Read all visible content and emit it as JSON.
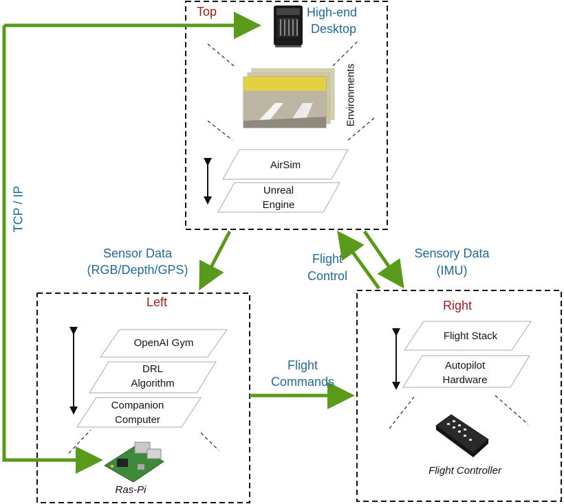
{
  "colors": {
    "arrow_green": "#5a9a1a",
    "label_blue": "#1f6a9b",
    "title_red": "#a01c1c",
    "box_border": "#111111"
  },
  "top": {
    "title": "Top",
    "machine_line1": "High-end",
    "machine_line2": "Desktop",
    "environments": "Environments",
    "layers": {
      "airsim": "AirSim",
      "unreal_line1": "Unreal",
      "unreal_line2": "Engine"
    }
  },
  "left": {
    "title": "Left",
    "layers": {
      "gym": "OpenAI Gym",
      "drl_line1": "DRL",
      "drl_line2": "Algorithm",
      "companion_line1": "Companion",
      "companion_line2": "Computer"
    },
    "device_caption": "Ras-Pi"
  },
  "right": {
    "title": "Right",
    "layers": {
      "stack": "Flight Stack",
      "autopilot_line1": "Autopilot",
      "autopilot_line2": "Hardware"
    },
    "device_caption": "Flight Controller"
  },
  "edges": {
    "tcp_ip": "TCP / IP",
    "sensor_line1": "Sensor Data",
    "sensor_line2": "(RGB/Depth/GPS)",
    "flight_control_line1": "Flight",
    "flight_control_line2": "Control",
    "sensory_line1": "Sensory Data",
    "sensory_line2": "(IMU)",
    "commands_line1": "Flight",
    "commands_line2": "Commands"
  },
  "icons": [
    "desktop-tower-icon",
    "environment-render-icon",
    "raspberry-pi-icon",
    "flight-controller-icon"
  ]
}
